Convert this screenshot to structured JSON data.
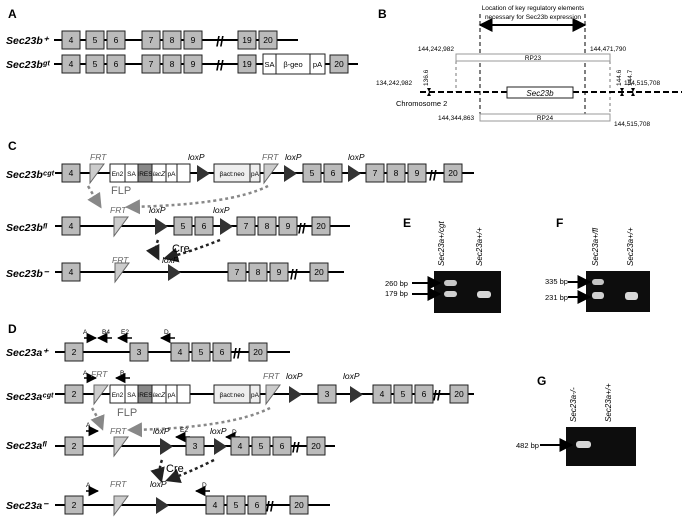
{
  "panels": {
    "a": "A",
    "b": "B",
    "c": "C",
    "d": "D",
    "e": "E",
    "f": "F",
    "g": "G"
  },
  "genes": {
    "sec23b_wt": "Sec23b⁺",
    "sec23b_gt": "Sec23bᵍᵗ",
    "sec23b_cgt": "Sec23bᶜᵍᵗ",
    "sec23b_fl": "Sec23bᶠˡ",
    "sec23b_null": "Sec23b⁻",
    "sec23a_wt": "Sec23a⁺",
    "sec23a_cgt": "Sec23aᶜᵍᵗ",
    "sec23a_fl": "Sec23aᶠˡ",
    "sec23a_null": "Sec23a⁻"
  },
  "exons": {
    "e2": "2",
    "e3": "3",
    "e4": "4",
    "e5": "5",
    "e6": "6",
    "e7": "7",
    "e8": "8",
    "e9": "9",
    "e19": "19",
    "e20": "20"
  },
  "cassette": {
    "sa": "SA",
    "bgeo": "β-geo",
    "pa": "pA",
    "en2": "En2",
    "sa2": "SA",
    "ires": "IRES",
    "lacz": "lacZ",
    "pa2": "pA",
    "bact": "βact:neo",
    "pa3": "pA"
  },
  "sites": {
    "frt": "FRT",
    "loxp": "loxP"
  },
  "recomb": {
    "flp": "FLP",
    "cre": "Cre"
  },
  "map_b": {
    "heading1": "Location of key regulatory elements",
    "heading2": "necessary for Sec23b expression",
    "rp23": "RP23",
    "rp24": "RP24",
    "gene": "Sec23b",
    "chrom": "Chromosome 2",
    "c1": "144,242,982",
    "c2": "144,471,790",
    "c3": "134,242,982",
    "c4": "154,515,708",
    "c5": "144,344,863",
    "c6": "144,515,708",
    "m1": "136.6",
    "m2": "144.6",
    "m3": "144.7"
  },
  "primers": {
    "a": "A",
    "b4": "B4",
    "e2": "E2",
    "d": "D",
    "b": "B"
  },
  "gel_e": {
    "lane1": "Sec23a+/cgt",
    "lane2": "Sec23a+/+",
    "band1": "260 bp",
    "band2": "179 bp"
  },
  "gel_f": {
    "lane1": "Sec23a+/fl",
    "lane2": "Sec23a+/+",
    "band1": "335 bp",
    "band2": "231 bp"
  },
  "gel_g": {
    "lane1": "Sec23a-/-",
    "lane2": "Sec23a+/+",
    "band1": "482 bp"
  }
}
